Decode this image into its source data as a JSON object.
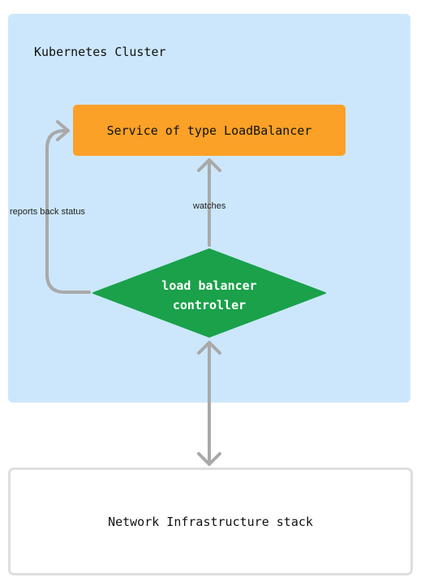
{
  "cluster": {
    "title": "Kubernetes Cluster"
  },
  "service": {
    "label": "Service of type LoadBalancer"
  },
  "controller": {
    "line1": "load balancer",
    "line2": "controller"
  },
  "edges": {
    "reports": "reports back status",
    "watches": "watches"
  },
  "network": {
    "label": "Network Infrastructure stack"
  },
  "colors": {
    "cluster_bg": "#cce7fb",
    "service_fill": "#fba127",
    "controller_fill": "#1aa14a",
    "arrow": "#a9a9a9",
    "network_border": "#dedede"
  }
}
